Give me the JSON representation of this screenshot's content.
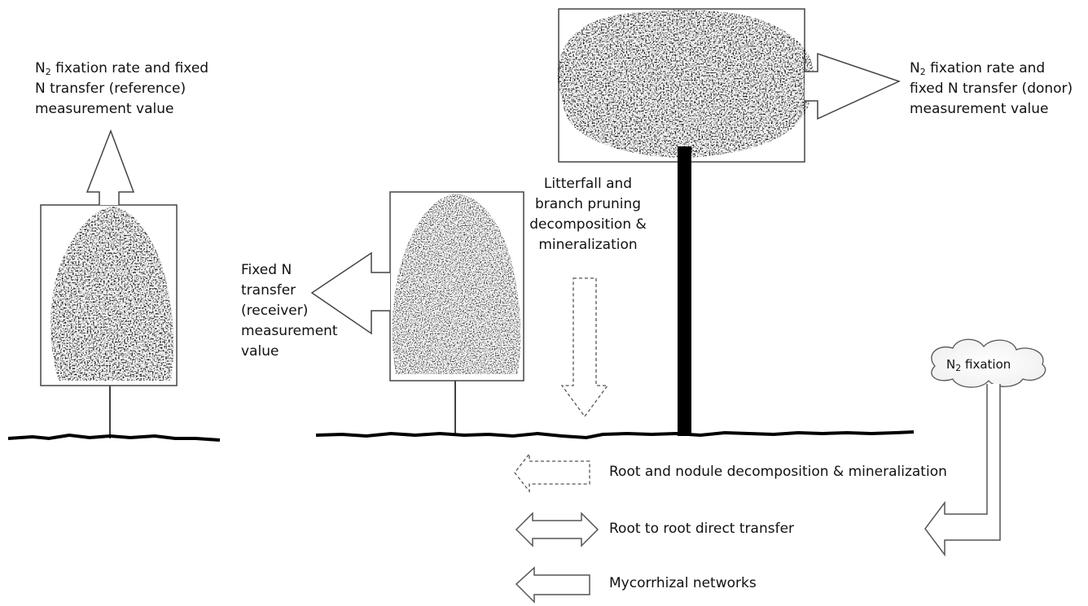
{
  "reference": {
    "label_n": "N",
    "label_sub": "2",
    "label_line1_rest": " fixation rate and fixed",
    "label_line2": "N transfer (reference)",
    "label_line3": "measurement value"
  },
  "donor": {
    "label_n": "N",
    "label_sub": "2",
    "label_line1_rest": " fixation rate and",
    "label_line2": "fixed N transfer (donor)",
    "label_line3": "measurement value"
  },
  "receiver": {
    "label_line1": "Fixed N",
    "label_line2": "transfer",
    "label_line3": "(receiver)",
    "label_line4": "measurement",
    "label_line5": "value"
  },
  "litterfall": {
    "line1": "Litterfall and",
    "line2": "branch pruning",
    "line3": "decomposition &",
    "line4": "mineralization"
  },
  "fixation_cloud": {
    "n": "N",
    "sub": "2",
    "rest": " fixation"
  },
  "legend": [
    {
      "style": "dashed-left-arrow",
      "label": "Root and nodule decomposition & mineralization"
    },
    {
      "style": "double-arrow",
      "label": "Root to root direct transfer"
    },
    {
      "style": "left-arrow",
      "label": "Mycorrhizal networks"
    }
  ]
}
